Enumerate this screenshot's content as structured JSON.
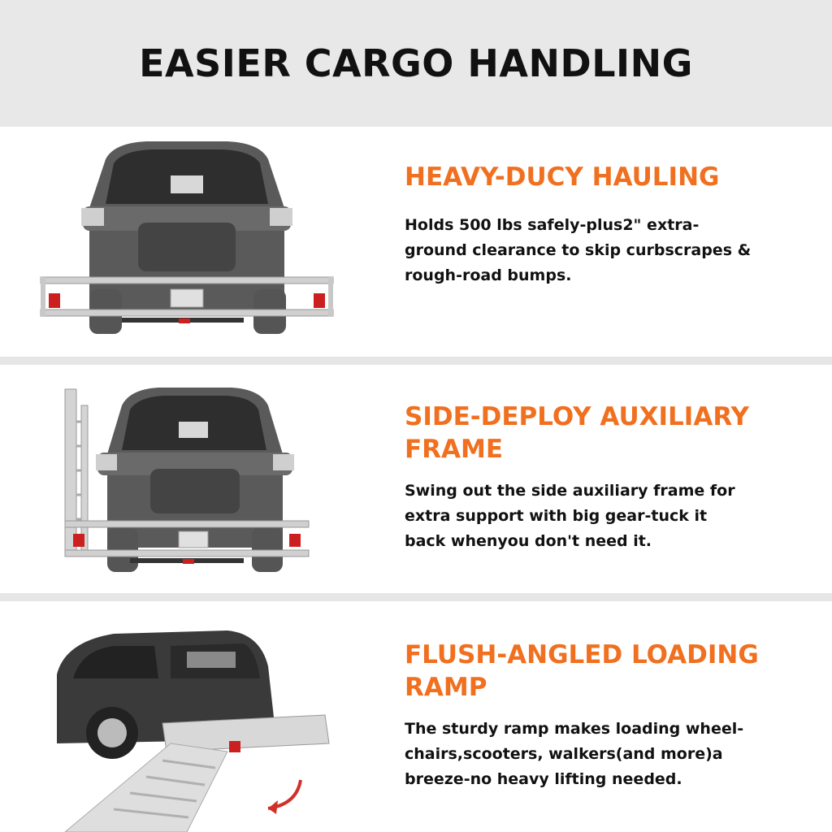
{
  "header": {
    "title": "EASIER CARGO HANDLING"
  },
  "features": [
    {
      "title": "HEAVY-DUCY HAULING",
      "body_lines": [
        "Holds 500 lbs safely-plus2\" extra-",
        "ground clearance to skip curbscrapes &",
        "rough-road bumps."
      ]
    },
    {
      "title_lines": [
        "SIDE-DEPLOY AUXILIARY",
        "FRAME"
      ],
      "body_lines": [
        "Swing out the side auxiliary frame for",
        "extra support with big gear-tuck it",
        "back whenyou don't need it."
      ]
    },
    {
      "title_lines": [
        "FLUSH-ANGLED LOADING",
        "RAMP"
      ],
      "body_lines": [
        "The sturdy ramp makes loading wheel-",
        "chairs,scooters, walkers(and more)a",
        "breeze-no heavy lifting needed."
      ]
    }
  ],
  "colors": {
    "accent": "#f07020",
    "text": "#111111",
    "background": "#e8e8e8",
    "panel": "#ffffff",
    "arrow": "#d0302a"
  }
}
